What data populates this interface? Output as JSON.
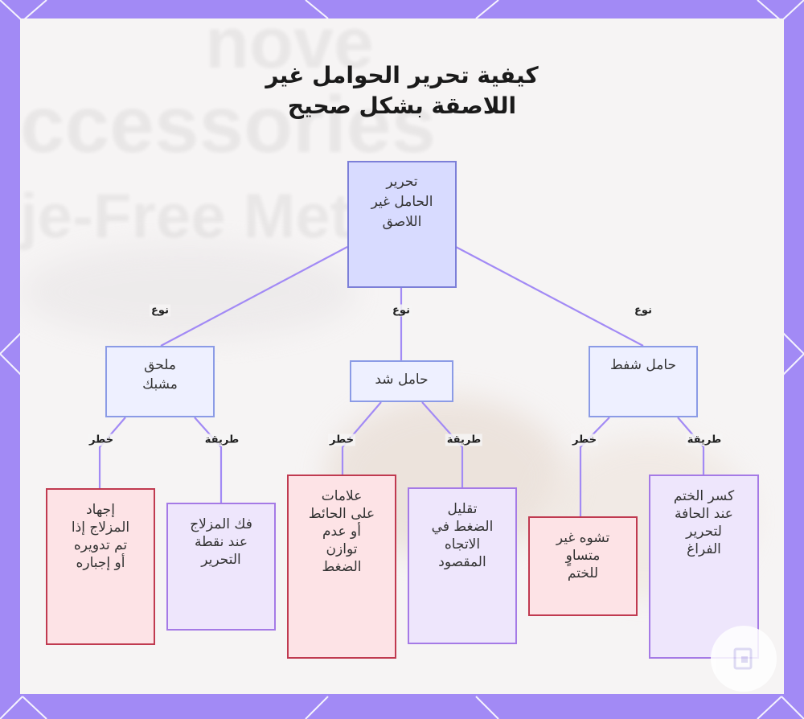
{
  "title": {
    "line1": "كيفية تحرير الحوامل غير",
    "line2": "اللاصقة بشكل صحيح"
  },
  "background_text": {
    "line1": "nove",
    "line2": "ccessories",
    "line3": "je-Free Met"
  },
  "colors": {
    "page_border": "#a28af5",
    "edge": "#a28af5",
    "root_fill": "#d8dbff",
    "type_fill": "#eef0ff",
    "risk_fill": "#fde3e6",
    "risk_border": "#c03a50",
    "method_fill": "#eee6fc",
    "method_border": "#a57ae6"
  },
  "nodes": {
    "root": [
      "تحرير",
      "الحامل غير",
      "اللاصق"
    ],
    "suction": [
      "حامل شفط"
    ],
    "tension": [
      "حامل شد"
    ],
    "clip": [
      "ملحق",
      "مشبك"
    ],
    "suction_method": [
      "كسر الختم",
      "عند الحافة",
      "لتحرير",
      "الفراغ"
    ],
    "suction_risk": [
      "تشوه غير",
      "متساوٍ",
      "للختم"
    ],
    "tension_method": [
      "تقليل",
      "الضغط في",
      "الاتجاه",
      "المقصود"
    ],
    "tension_risk": [
      "علامات",
      "على الحائط",
      "أو عدم",
      "توازن",
      "الضغط"
    ],
    "clip_method": [
      "فك المزلاج",
      "عند نقطة",
      "التحرير"
    ],
    "clip_risk": [
      "إجهاد",
      "المزلاج إذا",
      "تم تدويره",
      "أو إجباره"
    ]
  },
  "edge_labels": {
    "type": "نوع",
    "method": "طريقة",
    "risk": "خطر"
  }
}
